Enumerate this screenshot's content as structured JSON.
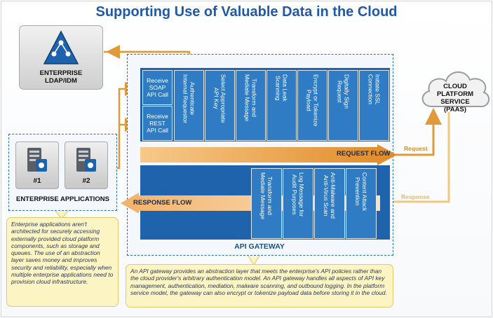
{
  "title": "Supporting Use of Valuable Data in the Cloud",
  "ldap": {
    "label": "ENTERPRISE\nLDAP/IDM"
  },
  "cloud": {
    "label": "CLOUD\nPLATFORM SERVICE\n(PAAS)"
  },
  "gateway": {
    "label": "API GATEWAY",
    "inputs": [
      "Receive\nSOAP\nAPI Call",
      "Receive\nREST\nAPI Call"
    ],
    "request_steps": [
      "Authenticate\nInternal Requestor",
      "Select Appropriate\nAPI Key",
      "Transform and\nMediate Message",
      "Data Leak\nScanning",
      "Encrypt or Tokenize\nPayload",
      "Digitally Sign\nRequest",
      "Initiate SSL\nConnection"
    ],
    "response_steps": [
      "Transform and\nMediate Message",
      "Log Message for\nAudit Purposes",
      "Anti-Malware and\nAnti-Virus Scan",
      "Content Attack\nPrevention"
    ],
    "request_flow": "REQUEST FLOW",
    "response_flow": "RESPONSE FLOW"
  },
  "connectors": {
    "request": "Request",
    "response": "Response"
  },
  "enterprise_apps": {
    "label": "ENTERPRISE APPLICATIONS",
    "servers": [
      "#1",
      "#2"
    ]
  },
  "notes": {
    "apps": "Enterprise applications aren't architected for securely accessing externally provided cloud platform components, such as storage and queues. The use of an abstraction layer saves money and improves security and reliability, especially when multiple enterprise applications need to provision cloud infrastructure.",
    "gateway": "An API gateway provides an abstraction layer that meets the enterprise's API policies rather than the cloud provider's arbitrary authentication model. An API gateway handles all aspects of API key management, authentication, mediation, malware scanning, and outbound logging. In the platform service model, the gateway can also encrypt or tokenize payload data before storing it in the cloud."
  },
  "colors": {
    "panel": "#1e63ab",
    "box": "#2f7cc5",
    "arrow": "#e19a3a",
    "response_arrow": "#f0c77f",
    "title": "#1f5aa6",
    "note_bg": "#fdf4c4"
  }
}
